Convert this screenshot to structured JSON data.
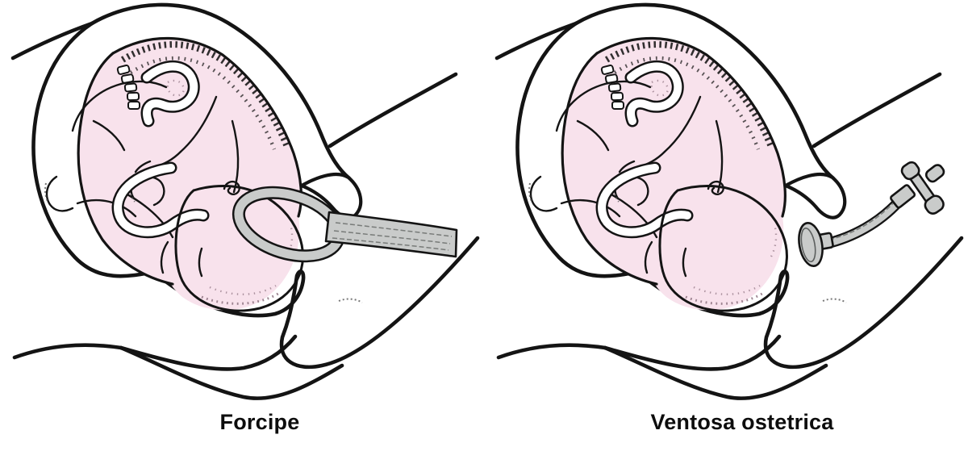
{
  "figure": {
    "panels": [
      {
        "id": "forceps",
        "label": "Forcipe"
      },
      {
        "id": "vacuum",
        "label": "Ventosa ostetrica"
      }
    ],
    "colors": {
      "fetus_pink": "#f8e2ec",
      "instrument_gray": "#c9cbca",
      "line_black": "#141414",
      "stipple_dark": "#8d7280"
    }
  }
}
